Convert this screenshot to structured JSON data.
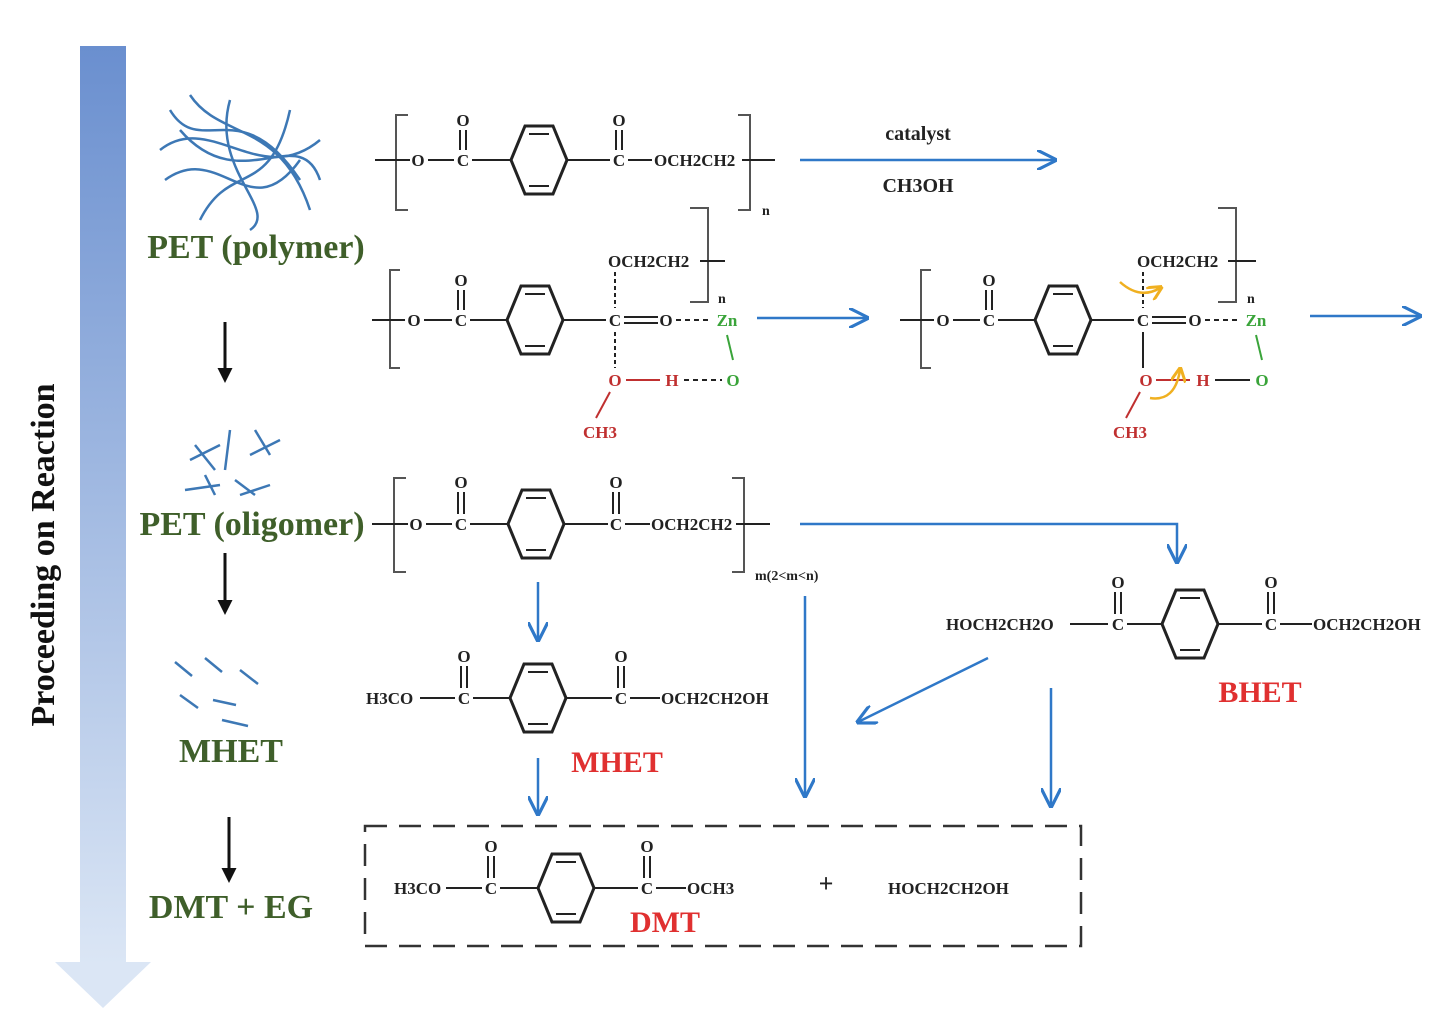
{
  "side_label": "Proceeding on Reaction",
  "stages": {
    "pet_polymer": "PET (polymer)",
    "pet_oligomer": "PET (oligomer)",
    "mhet": "MHET",
    "dmt_eg": "DMT + EG"
  },
  "conditions": {
    "catalyst": "catalyst",
    "solvent": "CH3OH"
  },
  "chem": {
    "o": "O",
    "c": "C",
    "och2ch2": "OCH2CH2",
    "n": "n",
    "zn": "Zn",
    "h": "H",
    "ch3": "CH3",
    "m_range": "m(2<m<n)",
    "h3co": "H3CO",
    "och2ch2oh": "OCH2CH2OH",
    "hoch2ch2o": "HOCH2CH2O",
    "och3": "OCH3",
    "plus": "+",
    "eg": "HOCH2CH2OH"
  },
  "products": {
    "mhet": "MHET",
    "bhet": "BHET",
    "dmt": "DMT"
  },
  "colors": {
    "gradient_top": "#6a8fcf",
    "gradient_bottom": "#dbe6f5",
    "stage_text": "#3f5f2a",
    "product_text": "#e03030",
    "flow_arrow": "#2f78c8",
    "zinc": "#3aa43a",
    "methanol": "#c03030",
    "electron_arrow": "#f0b020"
  }
}
